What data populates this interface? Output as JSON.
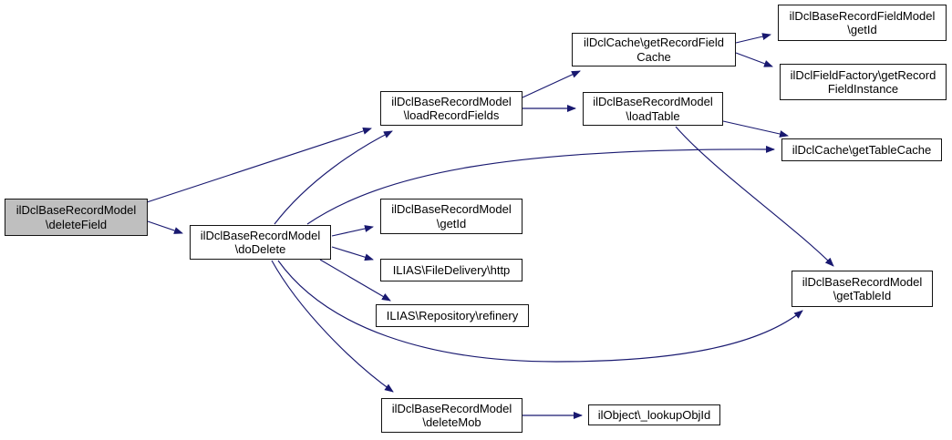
{
  "diagram": {
    "type": "call-graph",
    "description": "Doxygen-style function call graph for ilDclBaseRecordModel\\deleteField"
  },
  "colors": {
    "background": "#ffffff",
    "edge": "#191970",
    "node_fill": "#ffffff",
    "node_border": "#121212",
    "highlight_fill": "#bfbfbf",
    "text": "#000000"
  },
  "nodes": [
    {
      "id": "deleteField",
      "highlighted": true,
      "lines": [
        "ilDclBaseRecordModel",
        "\\deleteField"
      ]
    },
    {
      "id": "doDelete",
      "highlighted": false,
      "lines": [
        "ilDclBaseRecordModel",
        "\\doDelete"
      ]
    },
    {
      "id": "loadRecordFields",
      "highlighted": false,
      "lines": [
        "ilDclBaseRecordModel",
        "\\loadRecordFields"
      ]
    },
    {
      "id": "getRecordFieldCache",
      "highlighted": false,
      "lines": [
        "ilDclCache\\getRecordField",
        "Cache"
      ]
    },
    {
      "id": "loadTable",
      "highlighted": false,
      "lines": [
        "ilDclBaseRecordModel",
        "\\loadTable"
      ]
    },
    {
      "id": "fieldGetId",
      "highlighted": false,
      "lines": [
        "ilDclBaseRecordFieldModel",
        "\\getId"
      ]
    },
    {
      "id": "fieldInstance",
      "highlighted": false,
      "lines": [
        "ilDclFieldFactory\\getRecord",
        "FieldInstance"
      ]
    },
    {
      "id": "getTableCache",
      "highlighted": false,
      "lines": [
        "ilDclCache\\getTableCache"
      ]
    },
    {
      "id": "getId",
      "highlighted": false,
      "lines": [
        "ilDclBaseRecordModel",
        "\\getId"
      ]
    },
    {
      "id": "http",
      "highlighted": false,
      "lines": [
        "ILIAS\\FileDelivery\\http"
      ]
    },
    {
      "id": "refinery",
      "highlighted": false,
      "lines": [
        "ILIAS\\Repository\\refinery"
      ]
    },
    {
      "id": "getTableId",
      "highlighted": false,
      "lines": [
        "ilDclBaseRecordModel",
        "\\getTableId"
      ]
    },
    {
      "id": "deleteMob",
      "highlighted": false,
      "lines": [
        "ilDclBaseRecordModel",
        "\\deleteMob"
      ]
    },
    {
      "id": "lookupObjId",
      "highlighted": false,
      "lines": [
        "ilObject\\_lookupObjId"
      ]
    }
  ],
  "edges": [
    {
      "from": "deleteField",
      "to": "loadRecordFields"
    },
    {
      "from": "deleteField",
      "to": "doDelete"
    },
    {
      "from": "doDelete",
      "to": "loadRecordFields"
    },
    {
      "from": "doDelete",
      "to": "getId"
    },
    {
      "from": "doDelete",
      "to": "http"
    },
    {
      "from": "doDelete",
      "to": "refinery"
    },
    {
      "from": "doDelete",
      "to": "deleteMob"
    },
    {
      "from": "doDelete",
      "to": "getTableCache"
    },
    {
      "from": "doDelete",
      "to": "getTableId"
    },
    {
      "from": "loadRecordFields",
      "to": "getRecordFieldCache"
    },
    {
      "from": "loadRecordFields",
      "to": "loadTable"
    },
    {
      "from": "getRecordFieldCache",
      "to": "fieldGetId"
    },
    {
      "from": "getRecordFieldCache",
      "to": "fieldInstance"
    },
    {
      "from": "loadTable",
      "to": "getTableCache"
    },
    {
      "from": "loadTable",
      "to": "getTableId"
    },
    {
      "from": "deleteMob",
      "to": "lookupObjId"
    }
  ]
}
